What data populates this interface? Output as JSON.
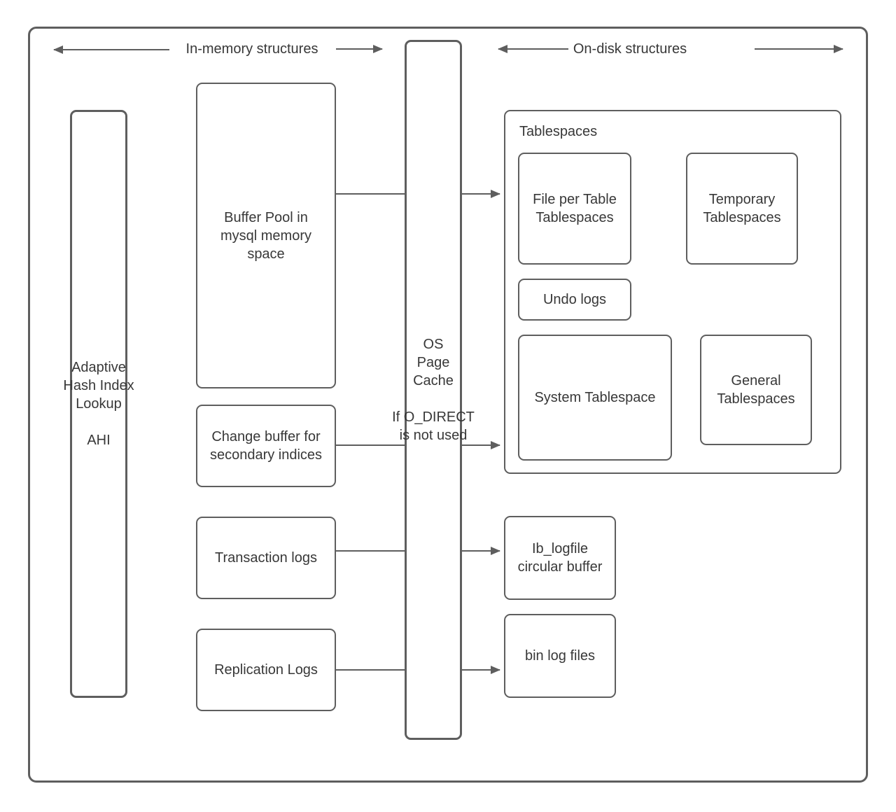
{
  "colors": {
    "line": "#5e5e5e",
    "text": "#383838",
    "background": "#ffffff"
  },
  "headers": {
    "in_memory": "In-memory structures",
    "on_disk": "On-disk structures"
  },
  "nodes": {
    "ahi": {
      "title": "Adaptive Hash Index Lookup",
      "subtitle": "AHI"
    },
    "buffer_pool": {
      "label": "Buffer Pool in mysql memory space"
    },
    "change_buffer": {
      "label": "Change buffer for secondary indices"
    },
    "transaction_logs": {
      "label": "Transaction logs"
    },
    "replication_logs": {
      "label": "Replication Logs"
    },
    "os_page_cache": {
      "title": "OS Page Cache",
      "subtitle": "If O_DIRECT is not used"
    },
    "tablespaces": {
      "label": "Tablespaces"
    },
    "file_per_table": {
      "label": "File per Table Tablespaces"
    },
    "temporary_tablespaces": {
      "label": "Temporary Tablespaces"
    },
    "undo_logs": {
      "label": "Undo logs"
    },
    "system_tablespace": {
      "label": "System Tablespace"
    },
    "general_tablespaces": {
      "label": "General Tablespaces"
    },
    "ib_logfile": {
      "label": "Ib_logfile circular buffer"
    },
    "bin_log_files": {
      "label": "bin log files"
    }
  },
  "edges": [
    {
      "from": "buffer_pool",
      "to": "tablespaces"
    },
    {
      "from": "change_buffer",
      "to": "tablespaces"
    },
    {
      "from": "transaction_logs",
      "to": "ib_logfile"
    },
    {
      "from": "replication_logs",
      "to": "bin_log_files"
    }
  ]
}
